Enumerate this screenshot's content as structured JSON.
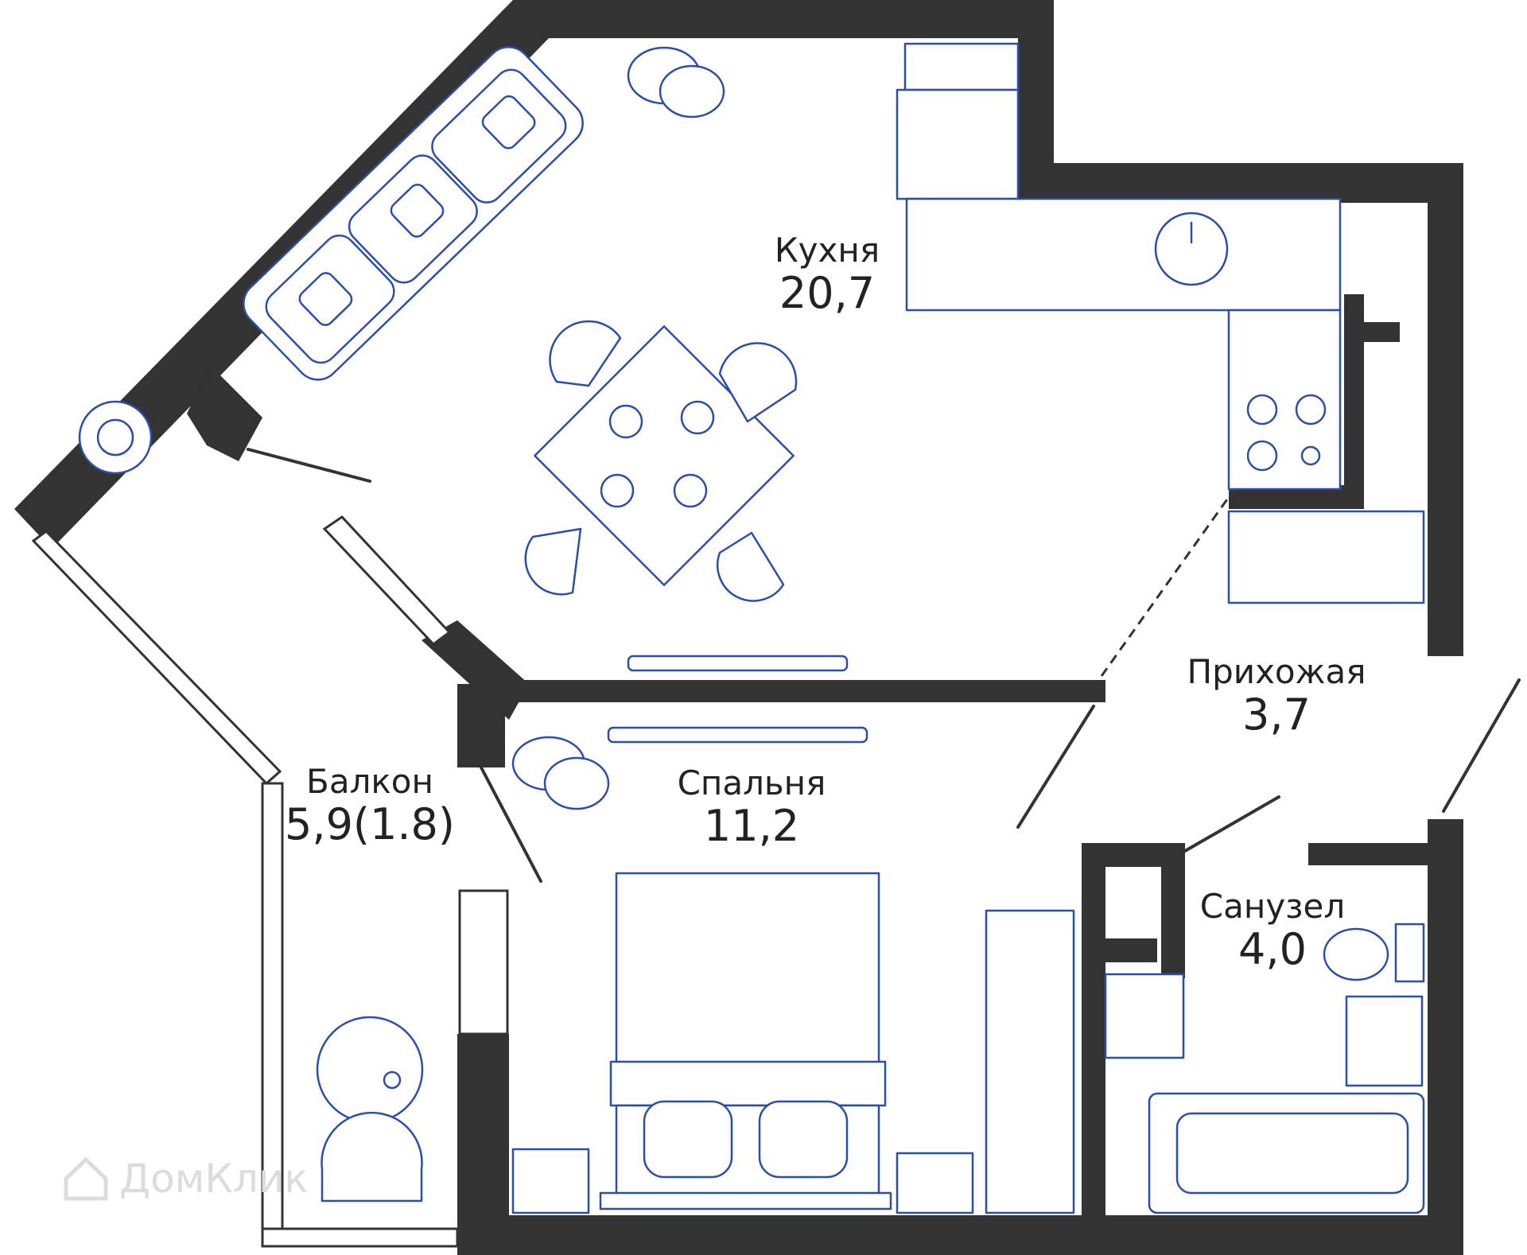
{
  "rooms": {
    "kitchen": {
      "name": "Кухня",
      "area": "20,7"
    },
    "hallway": {
      "name": "Прихожая",
      "area": "3,7"
    },
    "balcony": {
      "name": "Балкон",
      "area": "5,9(1.8)"
    },
    "bedroom": {
      "name": "Спальня",
      "area": "11,2"
    },
    "bathroom": {
      "name": "Санузел",
      "area": "4,0"
    }
  },
  "watermark": {
    "text": "ДомКлик"
  },
  "colors": {
    "wall": "#333333",
    "furniture": "#2b4eab",
    "background": "#ffffff"
  }
}
